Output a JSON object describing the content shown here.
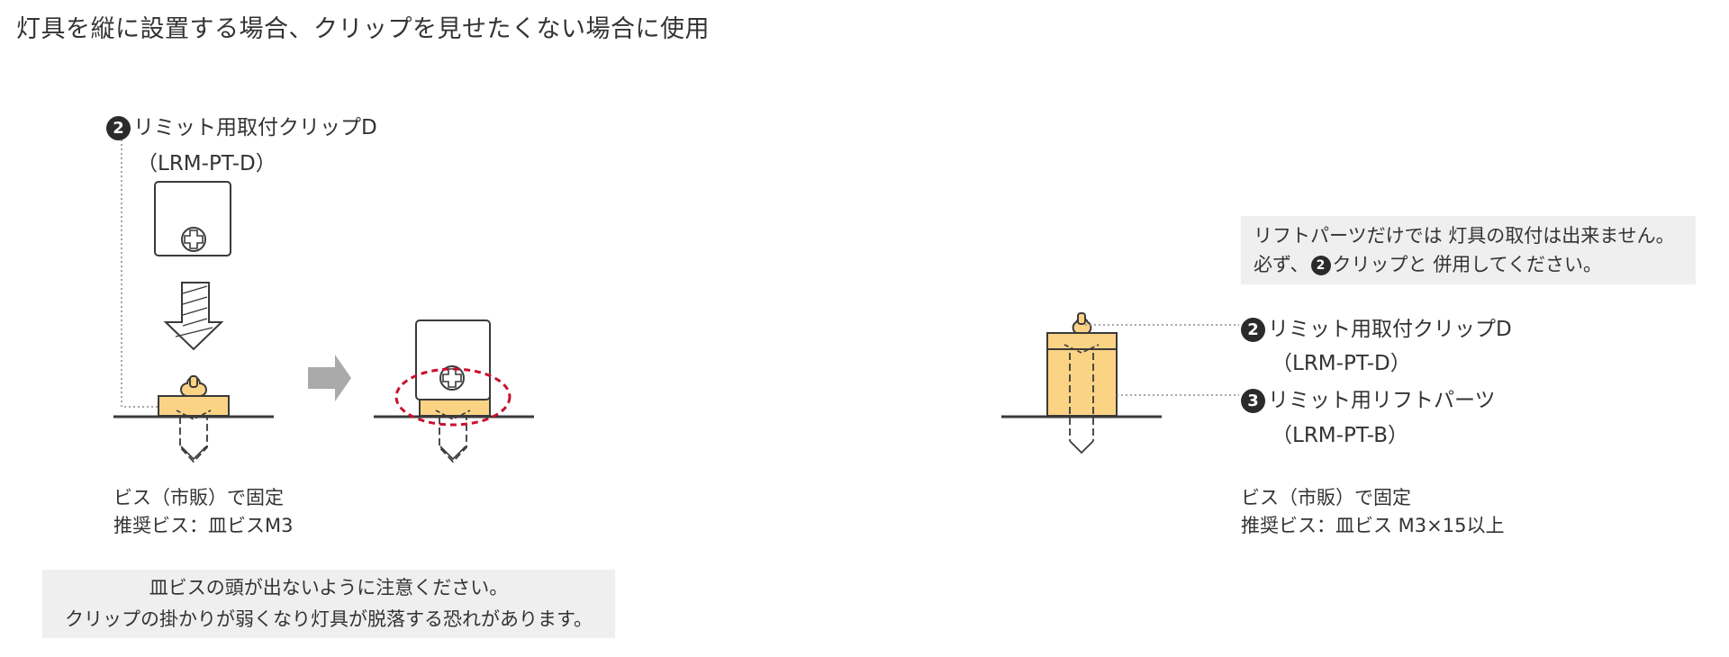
{
  "heading": "灯具を縦に設置する場合、クリップを見せたくない場合に使用",
  "left": {
    "clip_badge": "2",
    "clip_name": "リミット用取付クリップD",
    "clip_code": "（LRM-PT-D）",
    "fix_line1": "ビス（市販）で固定",
    "fix_line2": "推奨ビス：皿ビスM3",
    "warning_line1": "皿ビスの頭が出ないように注意ください。",
    "warning_line2": "クリップの掛かりが弱くなり灯具が脱落する恐れがあります。"
  },
  "right": {
    "note_line1": "リフトパーツだけでは 灯具の取付は出来ません。",
    "note_line2_prefix": "必ず、",
    "note_line2_badge": "2",
    "note_line2_suffix": "クリップと 併用してください。",
    "clip_badge": "2",
    "clip_name": "リミット用取付クリップD",
    "clip_code": "（LRM-PT-D）",
    "lift_badge": "3",
    "lift_name": "リミット用リフトパーツ",
    "lift_code": "（LRM-PT-B）",
    "fix_line1": "ビス（市販）で固定",
    "fix_line2": "推奨ビス：皿ビス M3×15以上"
  },
  "colors": {
    "part_fill": "#fbd385",
    "part_stroke": "#3a3a3a",
    "highlight_dash": "#c8102e",
    "arrow_gray": "#aaaaaa",
    "note_bg": "#eeefee"
  }
}
